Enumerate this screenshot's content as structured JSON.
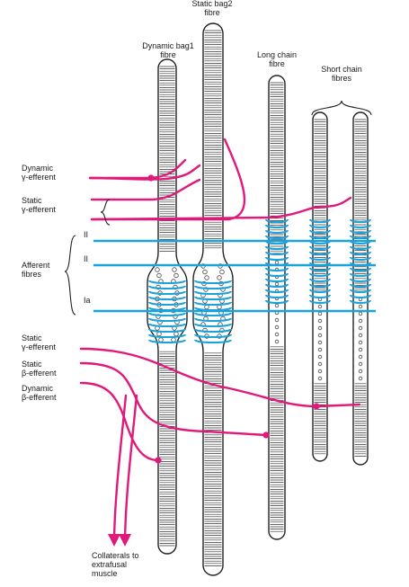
{
  "colors": {
    "efferent": "#e0197a",
    "afferent": "#1aa2dc",
    "fibre_outline": "#222222",
    "fibre_fill": "#ffffff"
  },
  "labels": {
    "static_bag2_fibre": "Static bag2\nfibre",
    "dynamic_bag1_fibre": "Dynamic bag1\nfibre",
    "long_chain_fibre": "Long chain\nfibre",
    "short_chain_fibres": "Short chain\nfibres",
    "dynamic_gamma_efferent": "Dynamic\nγ-efferent",
    "static_gamma_efferent_top": "Static\nγ-efferent",
    "afferent_fibres": "Afferent\nfibres",
    "afferent_II_upper": "II",
    "afferent_II_lower": "II",
    "afferent_Ia": "Ia",
    "static_gamma_efferent_bottom": "Static\nγ-efferent",
    "static_beta_efferent": "Static\nβ-efferent",
    "dynamic_beta_efferent": "Dynamic\nβ-efferent",
    "collaterals": "Collaterals to\nextrafusal\nmuscle"
  },
  "fibres": [
    {
      "id": "dynamic-bag1",
      "kind": "bag"
    },
    {
      "id": "static-bag2",
      "kind": "bag"
    },
    {
      "id": "long-chain",
      "kind": "chain"
    },
    {
      "id": "short-chain-1",
      "kind": "chain"
    },
    {
      "id": "short-chain-2",
      "kind": "chain"
    }
  ]
}
